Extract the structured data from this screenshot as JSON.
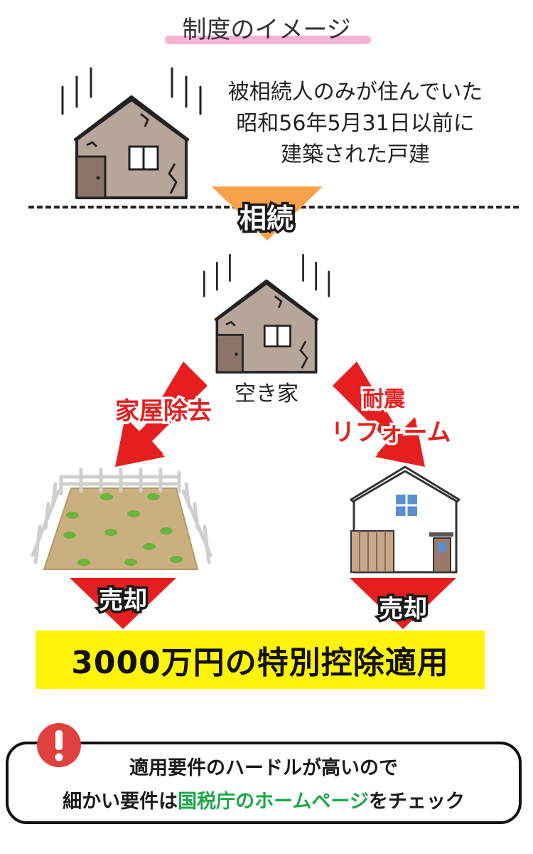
{
  "title": "制度のイメージ",
  "description": {
    "line1": "被相続人のみが住んでいた",
    "line2": "昭和56年5月31日以前に",
    "line3": "建築された戸建"
  },
  "inheritance_label": "相続",
  "vacant_house_label": "空き家",
  "branches": {
    "demolish_label": "家屋除去",
    "reform_label_line1": "耐震",
    "reform_label_line2": "リフォーム"
  },
  "sell_label_left": "売却",
  "sell_label_right": "売却",
  "result": "3000万円の特別控除適用",
  "notice": {
    "line1": "適用要件のハードルが高いので",
    "line2_pre": "細かい要件は",
    "line2_highlight": "国税庁のホームページ",
    "line2_post": "をチェック",
    "highlight_color": "#1aa84a"
  },
  "colors": {
    "arrow_red": "#e51f1f",
    "arrow_orange": "#f7a14a",
    "result_bg": "#fff30a",
    "old_house_wall": "#b8a59a",
    "warn_red": "#e0403d"
  }
}
